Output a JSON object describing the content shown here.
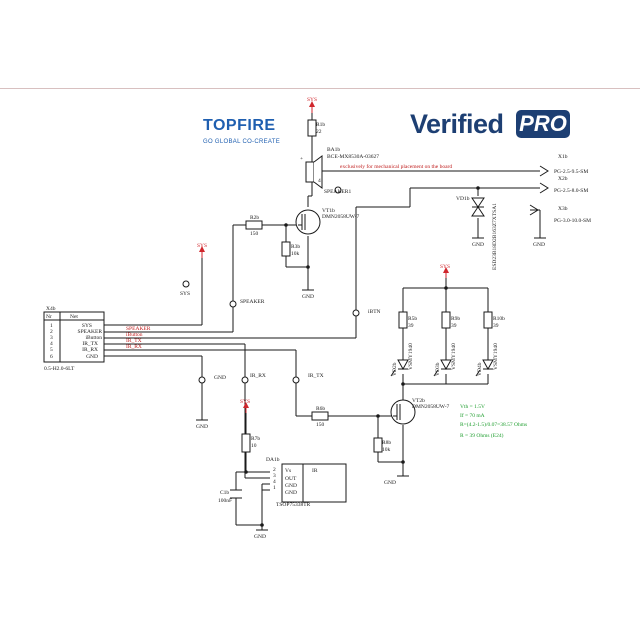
{
  "logos": {
    "topfire": "TOPFIRE",
    "topfire_tagline": "GO GLOBAL  CO-CREATE",
    "verified": "Verified",
    "pro": "PRO"
  },
  "colors": {
    "wire": "#1a1a1a",
    "power": "#d0262c",
    "net_red": "#c02020",
    "calc_green": "#1e9e2e",
    "brand_blue": "#1f5fb0"
  },
  "labels": {
    "sys_top": "SYS",
    "r1_name": "R1b",
    "r1_val": "22",
    "ba1_name": "BA1b",
    "ba1_part": "BCE-MX8530A-03627",
    "ba1_note": "exclusively for mechanical placement on the board",
    "ba1_pin_plus": "+",
    "ba1_pin4": "4",
    "speaker1": "SPEAKER1",
    "vt1_name": "VT1b",
    "vt1_part": "DMN2058UW-7",
    "r2_name": "R2b",
    "r2_val": "150",
    "r3_name": "R3b",
    "r3_val": "10k",
    "gnd_vt1": "GND",
    "x1_name": "X1b",
    "x1_part": "PG-2.5-9.5-SM",
    "x2_name": "X2b",
    "x2_part": "PG-2.5-8.0-SM",
    "x3_name": "X3b",
    "x3_part": "PG-3.0-10.0-SM",
    "vd1_name": "VD1b",
    "vd1_part": "ESD23B18D2B163Z7XTSA1",
    "gnd_vd1": "GND",
    "gnd_x3": "GND",
    "sys_left": "SYS",
    "sys_mid": "SYS",
    "speaker_net": "SPEAKER",
    "ibtn_net": "iBTN",
    "x4_name": "X4b",
    "x4_part": "0.5-H2.0-6LT",
    "x4_hdr_nr": "Nr",
    "x4_hdr_net": "Net",
    "speaker_sig": "SPEAKER",
    "ibutton_sig": "iButton",
    "irtx_sig": "IR_TX",
    "irrx_sig": "IR_RX",
    "sys_led": "SYS",
    "r5_name": "R5b",
    "r5_val": "39",
    "r9_name": "R9b",
    "r9_val": "39",
    "r10_name": "R10b",
    "r10_val": "39",
    "vd2_name": "VD2b",
    "vd2_part": "VSMY1940",
    "vd3_name": "VD3b",
    "vd3_part": "VSMY1940",
    "vd4_name": "VD4b",
    "vd4_part": "VSMY1940",
    "gnd_mid": "GND",
    "irrx_net": "IR_RX",
    "irtx_net": "IR_TX",
    "vt2_name": "VT2b",
    "vt2_part": "DMN2058UW-7",
    "r6_name": "R6b",
    "r6_val": "150",
    "r8_name": "R8b",
    "r8_val": "10k",
    "gnd_vt2": "GND",
    "sys_da1": "SYS",
    "r7_name": "R7b",
    "r7_val": "10",
    "da1_name": "DA1b",
    "da1_part": "TSOP75338TR",
    "da1_vs": "Vs",
    "da1_out": "OUT",
    "da1_gnd1": "GND",
    "da1_gnd2": "GND",
    "da1_ir": "IR",
    "da1_p2": "2",
    "da1_p3": "3",
    "da1_p4": "4",
    "da1_p1": "1",
    "c1_name": "C1b",
    "c1_val": "100nF",
    "gnd_da1": "GND",
    "gnd_left": "GND"
  },
  "x4_rows": [
    {
      "nr": "1",
      "net": "SYS"
    },
    {
      "nr": "2",
      "net": "SPEAKER"
    },
    {
      "nr": "3",
      "net": "iButton"
    },
    {
      "nr": "4",
      "net": "IR_TX"
    },
    {
      "nr": "5",
      "net": "IR_RX"
    },
    {
      "nr": "6",
      "net": "GND"
    }
  ],
  "calc": {
    "vth": "Vth = 1.5V",
    "if": "If = 70 mA",
    "r_calc": "R=(4.2-1.5)/0.07=38.57 Ohms",
    "r_sel": "R = 39 Ohms (E24)"
  }
}
